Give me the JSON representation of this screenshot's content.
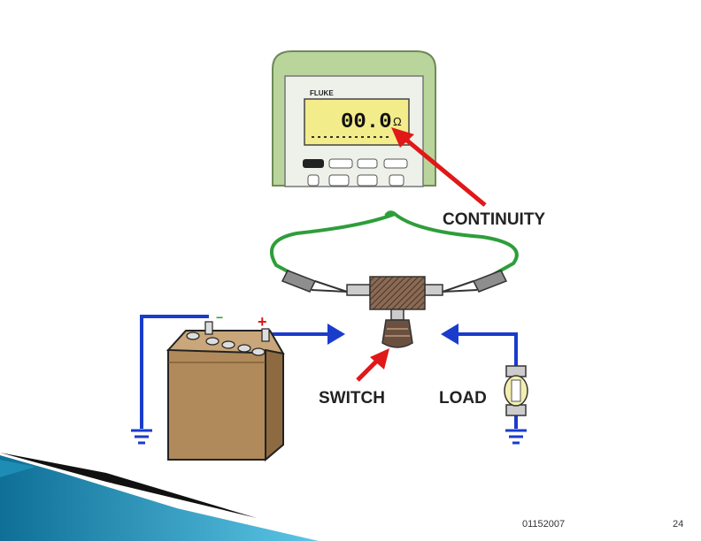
{
  "meter": {
    "brand": "FLUKE",
    "reading": "00.0",
    "unit": "Ω"
  },
  "labels": {
    "continuity": "CONTINUITY",
    "switch": "SWITCH",
    "load": "LOAD"
  },
  "battery": {
    "negative_mark": "−",
    "positive_mark": "+"
  },
  "footer": {
    "code": "01152007",
    "page": "24"
  },
  "colors": {
    "meter_body": "#b8d49a",
    "lcd": "#e8e48a",
    "lead_green": "#2e9e3a",
    "wire_blue": "#1a3ccc",
    "arrow_red": "#e01818",
    "battery": "#b08a5a",
    "accent_teal": "#2aa6c8"
  }
}
